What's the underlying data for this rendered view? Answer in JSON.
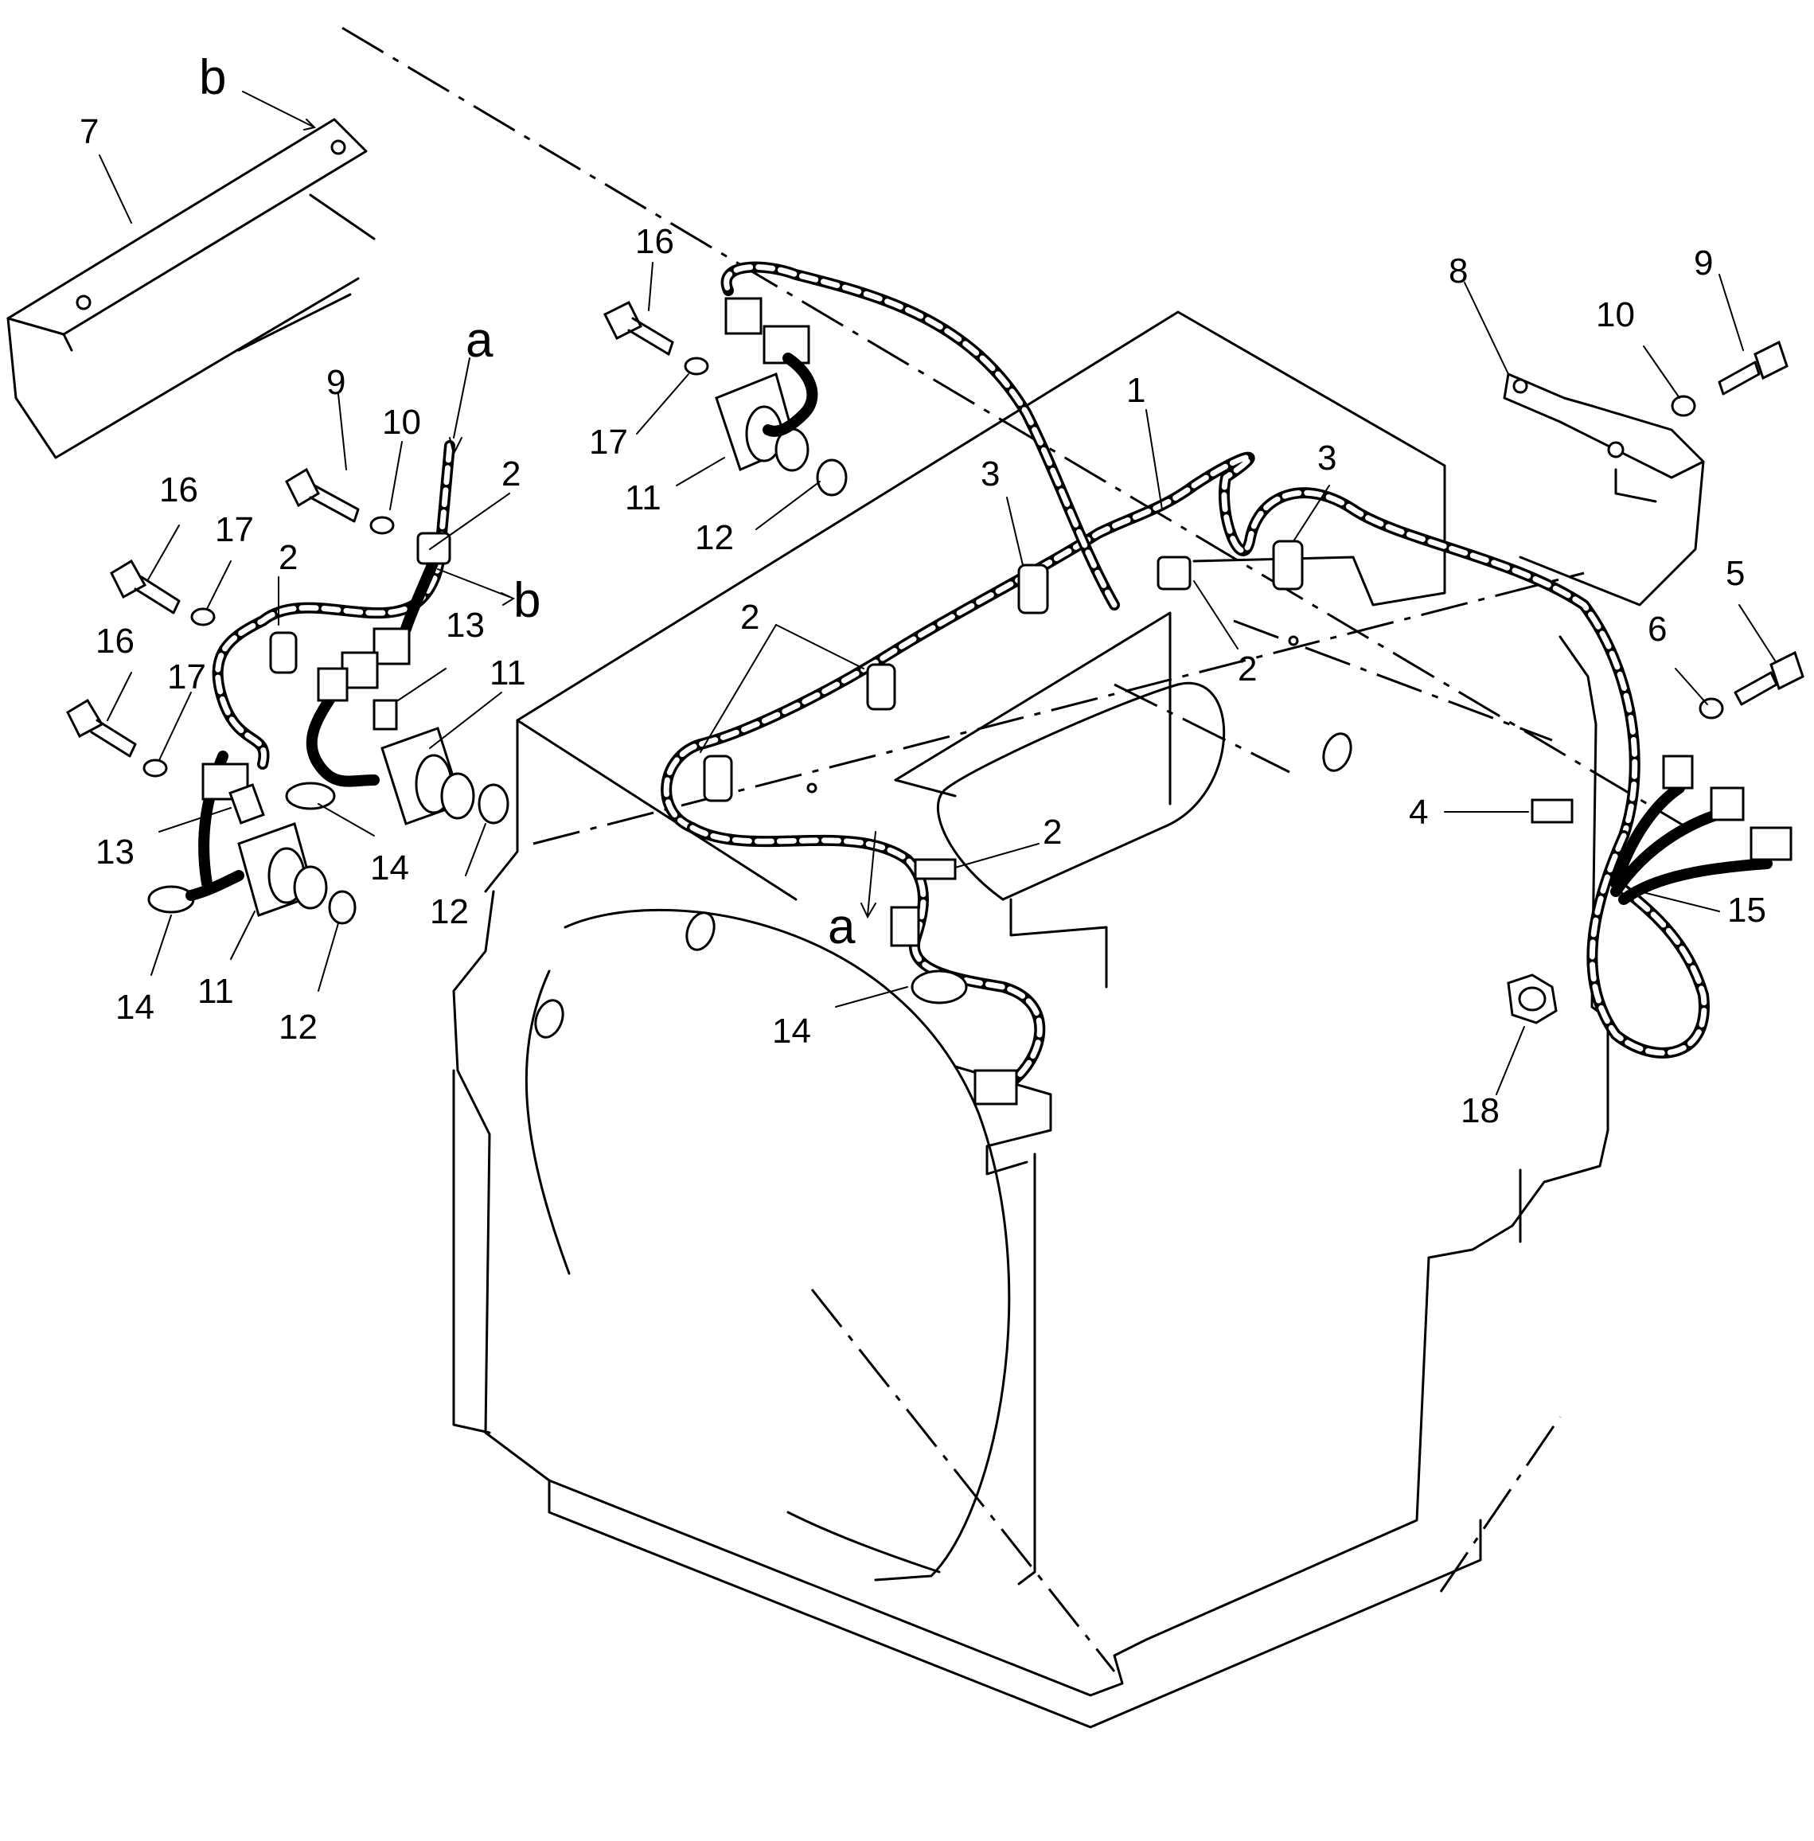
{
  "callouts": [
    {
      "id": "c-b-top",
      "text": "b"
    },
    {
      "id": "c-7",
      "text": "7"
    },
    {
      "id": "c-16-top",
      "text": "16"
    },
    {
      "id": "c-17-top",
      "text": "17"
    },
    {
      "id": "c-11-top",
      "text": "11"
    },
    {
      "id": "c-12-top",
      "text": "12"
    },
    {
      "id": "c-a-top",
      "text": "a"
    },
    {
      "id": "c-9-left",
      "text": "9"
    },
    {
      "id": "c-10-left",
      "text": "10"
    },
    {
      "id": "c-2-left",
      "text": "2"
    },
    {
      "id": "c-b-mid",
      "text": "b"
    },
    {
      "id": "c-16-a",
      "text": "16"
    },
    {
      "id": "c-17-a",
      "text": "17"
    },
    {
      "id": "c-2-b",
      "text": "2"
    },
    {
      "id": "c-13-a",
      "text": "13"
    },
    {
      "id": "c-11-a",
      "text": "11"
    },
    {
      "id": "c-16-b",
      "text": "16"
    },
    {
      "id": "c-17-b",
      "text": "17"
    },
    {
      "id": "c-13-b",
      "text": "13"
    },
    {
      "id": "c-14-a",
      "text": "14"
    },
    {
      "id": "c-12-a",
      "text": "12"
    },
    {
      "id": "c-14-b",
      "text": "14"
    },
    {
      "id": "c-11-b",
      "text": "11"
    },
    {
      "id": "c-12-b",
      "text": "12"
    },
    {
      "id": "c-8",
      "text": "8"
    },
    {
      "id": "c-10-right",
      "text": "10"
    },
    {
      "id": "c-9-right",
      "text": "9"
    },
    {
      "id": "c-1",
      "text": "1"
    },
    {
      "id": "c-3-a",
      "text": "3"
    },
    {
      "id": "c-3-b",
      "text": "3"
    },
    {
      "id": "c-2-c",
      "text": "2"
    },
    {
      "id": "c-2-d",
      "text": "2"
    },
    {
      "id": "c-5",
      "text": "5"
    },
    {
      "id": "c-6",
      "text": "6"
    },
    {
      "id": "c-4",
      "text": "4"
    },
    {
      "id": "c-2-e",
      "text": "2"
    },
    {
      "id": "c-15",
      "text": "15"
    },
    {
      "id": "c-a-mid",
      "text": "a"
    },
    {
      "id": "c-14-c",
      "text": "14"
    },
    {
      "id": "c-18",
      "text": "18"
    }
  ]
}
